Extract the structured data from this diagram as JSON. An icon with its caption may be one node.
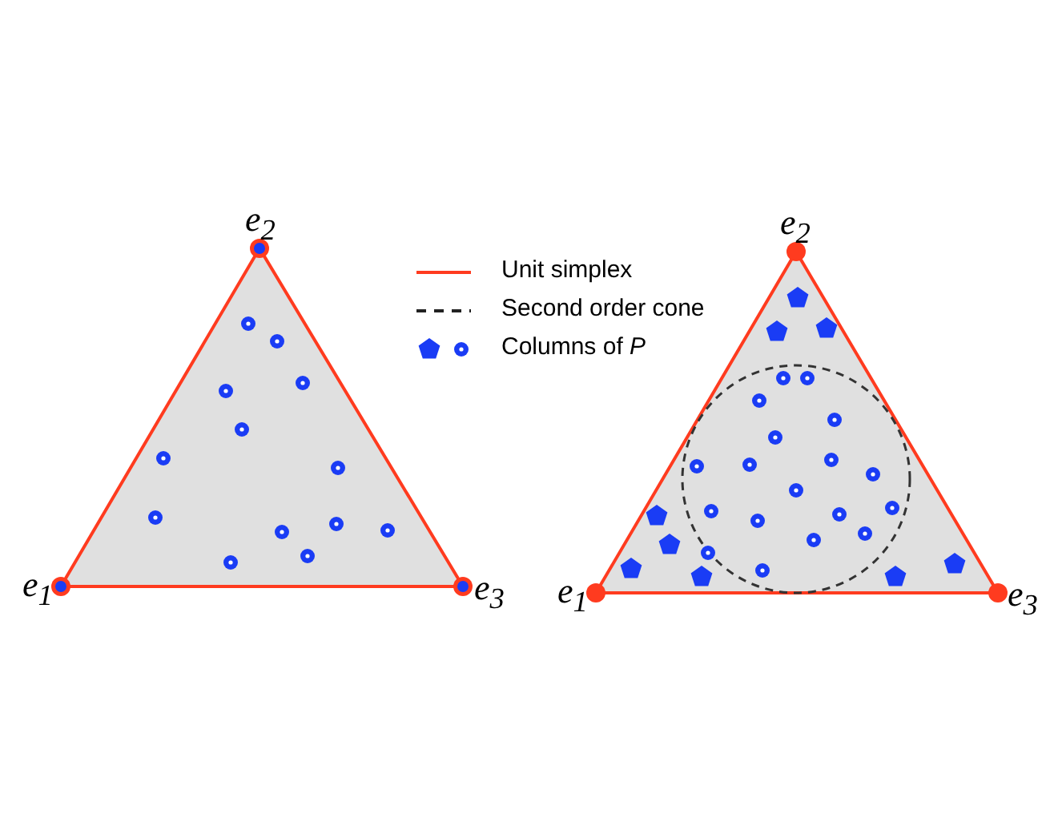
{
  "diagram": {
    "labels": [
      "e$_{2}$",
      "e$_{1}$",
      "e$_{3}$",
      "e$_{2}$",
      "e$_{1}$",
      "e$_{3}$"
    ],
    "legend": [
      {
        "text": "Unit simplex"
      },
      {
        "text": "Second order cone"
      },
      {
        "text": "Columns of *P*"
      }
    ]
  }
}
